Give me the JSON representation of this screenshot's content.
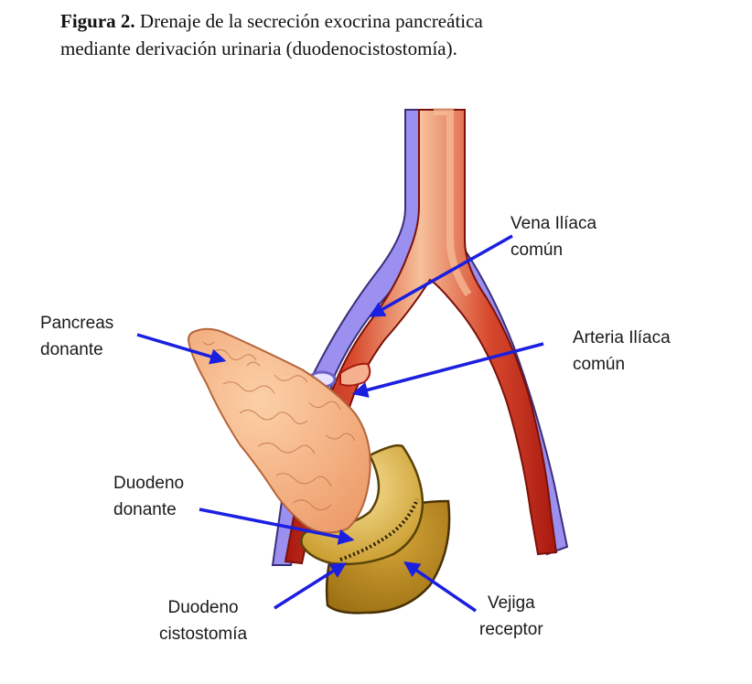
{
  "caption": {
    "label": "Figura 2.",
    "line1": "Drenaje de la secreción exocrina pancreática",
    "line2": "mediante derivación urinaria (duodenocistostomía)."
  },
  "labels": {
    "vena_1": "Vena Ilíaca",
    "vena_2": "común",
    "arteria_1": "Arteria Ilíaca",
    "arteria_2": "común",
    "pancreas_1": "Pancreas",
    "pancreas_2": "donante",
    "duodeno_1": "Duodeno",
    "duodeno_2": "donante",
    "cisto_1": "Duodeno",
    "cisto_2": "cistostomía",
    "vejiga_1": "Vejiga",
    "vejiga_2": "receptor"
  },
  "colors": {
    "vein": "#9b8ff0",
    "artery_outer": "#b51e14",
    "artery_inner": "#f2b58f",
    "pancreas": "#f7b88a",
    "duodenum": "#e7c45a",
    "bladder": "#b8891e",
    "arrow": "#1a1fe0"
  }
}
